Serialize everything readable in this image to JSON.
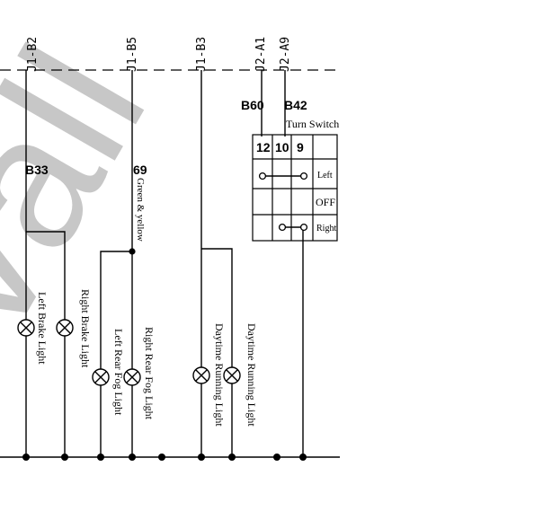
{
  "connectors": {
    "j1_b2": "J1-B2",
    "j1_b5": "J1-B5",
    "j1_b3": "J1-B3",
    "j2_a1": "J2-A1",
    "j2_a9": "J2-A9"
  },
  "wires": {
    "b60": "B60",
    "b42": "B42",
    "b33": "B33",
    "w69": "69",
    "green_yellow": "Green & yellow"
  },
  "turn_switch": {
    "title": "Turn Switch",
    "col1": "12",
    "col2": "10",
    "col3": "9",
    "left": "Left",
    "off": "OFF",
    "right": "Right"
  },
  "lamps": {
    "left_brake": "Left Brake Light",
    "right_brake": "Right Brake Light",
    "left_rear_fog": "Left Rear Fog Light",
    "right_rear_fog": "Right Rear Fog Light",
    "drl_1": "Daytime Running Light",
    "drl_2": "Daytime Running Light"
  },
  "watermark": "Vall"
}
